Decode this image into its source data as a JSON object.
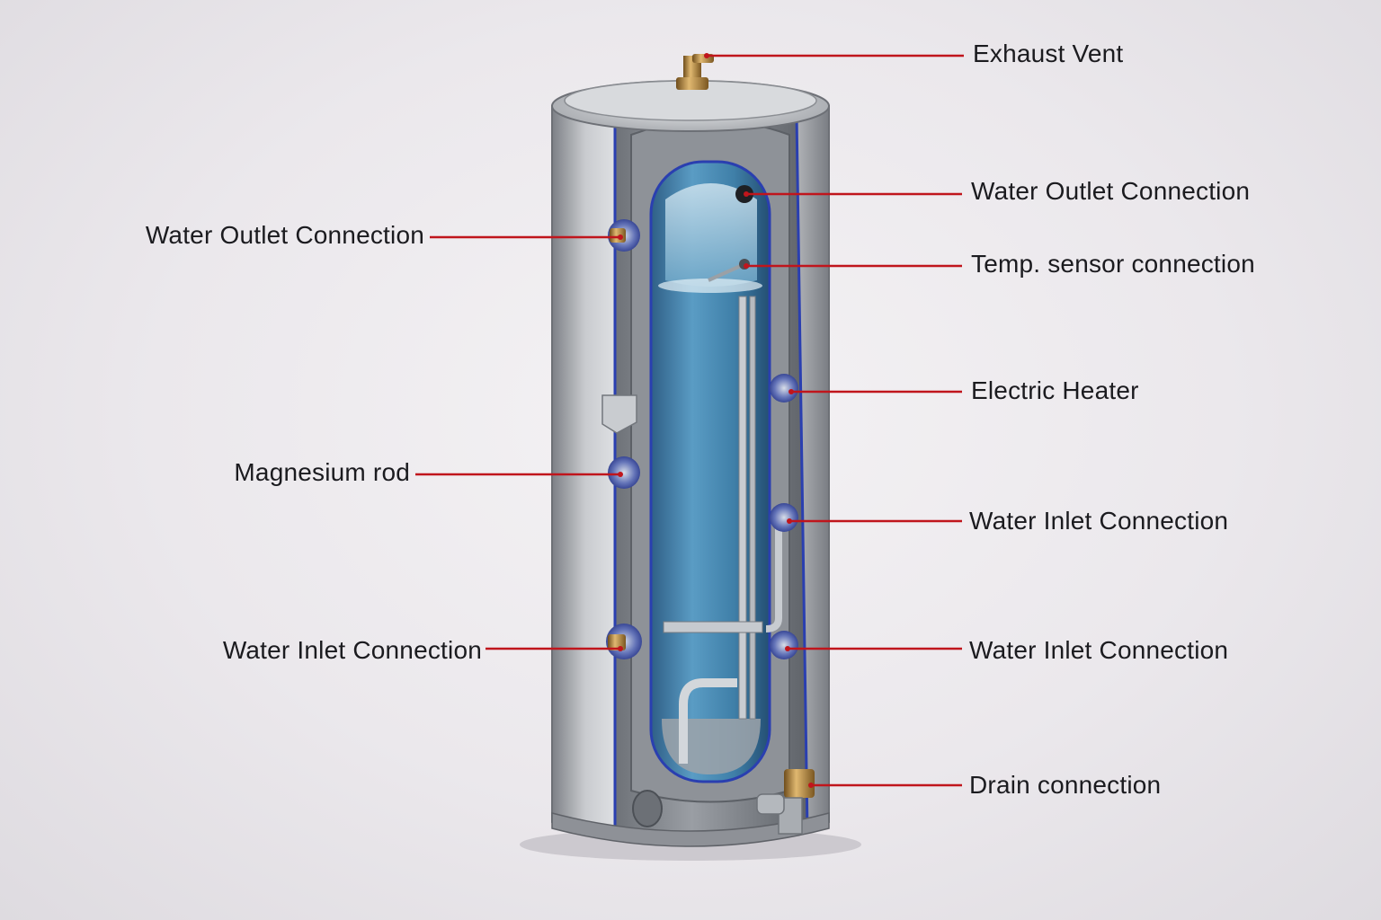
{
  "colors": {
    "leader_line": "#c0151c",
    "label_text": "#1b1b1f",
    "water": "#3f7fa8",
    "tank_shell": "#a6a9ae",
    "liner_outline": "#2a3fb0",
    "brass": "#b8893f"
  },
  "labels": {
    "exhaust_vent": "Exhaust Vent",
    "water_outlet_right": "Water Outlet Connection",
    "temp_sensor": "Temp. sensor connection",
    "electric_heater": "Electric Heater",
    "water_inlet_right_upper": "Water Inlet Connection",
    "water_inlet_right_lower": "Water Inlet Connection",
    "drain": "Drain connection",
    "water_outlet_left": "Water Outlet Connection",
    "magnesium_rod": "Magnesium rod",
    "water_inlet_left": "Water Inlet Connection"
  }
}
